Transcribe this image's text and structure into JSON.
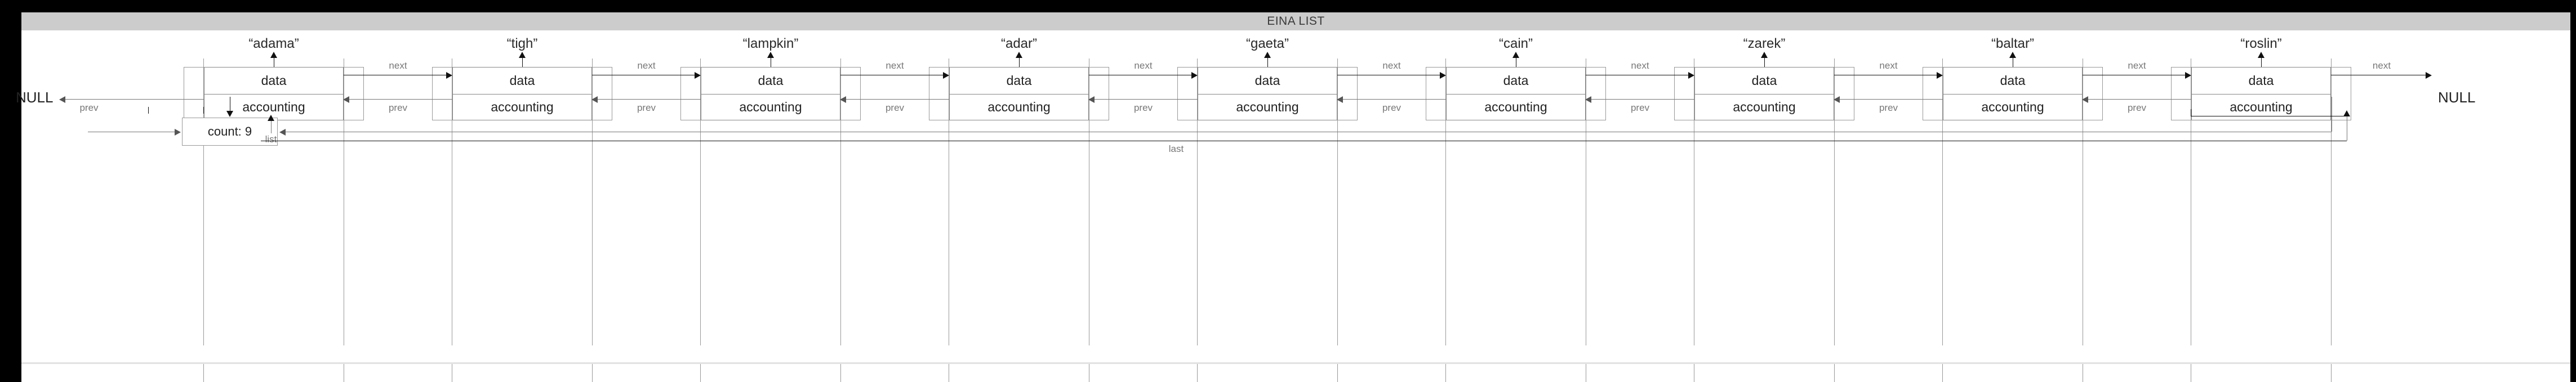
{
  "window": {
    "title": "EINA LIST",
    "background_color": "#000000",
    "titlebar_color": "#cccccc",
    "canvas_color": "#ffffff"
  },
  "diagram": {
    "kind": "doubly-linked-list",
    "node_field_top_label": "data",
    "node_field_bottom_label": "accounting",
    "next_label": "next",
    "prev_label": "prev",
    "null_label_left": "NULL",
    "null_label_right": "NULL",
    "nodes": [
      {
        "name": "“adama”",
        "data": "data",
        "accounting": "accounting"
      },
      {
        "name": "“tigh”",
        "data": "data",
        "accounting": "accounting"
      },
      {
        "name": "“lampkin”",
        "data": "data",
        "accounting": "accounting"
      },
      {
        "name": "“adar”",
        "data": "data",
        "accounting": "accounting"
      },
      {
        "name": "“gaeta”",
        "data": "data",
        "accounting": "accounting"
      },
      {
        "name": "“cain”",
        "data": "data",
        "accounting": "accounting"
      },
      {
        "name": "“zarek”",
        "data": "data",
        "accounting": "accounting"
      },
      {
        "name": "“baltar”",
        "data": "data",
        "accounting": "accounting"
      },
      {
        "name": "“roslin”",
        "data": "data",
        "accounting": "accounting"
      }
    ],
    "accounting_box": {
      "count_label": "count: 9",
      "count_value": 9,
      "list_pointer_label": "list",
      "last_pointer_label": "last"
    }
  },
  "colors": {
    "line_black": "#111111",
    "line_gray": "#777777",
    "box_border": "#999999",
    "text": "#222222",
    "label_gray": "#777777"
  }
}
